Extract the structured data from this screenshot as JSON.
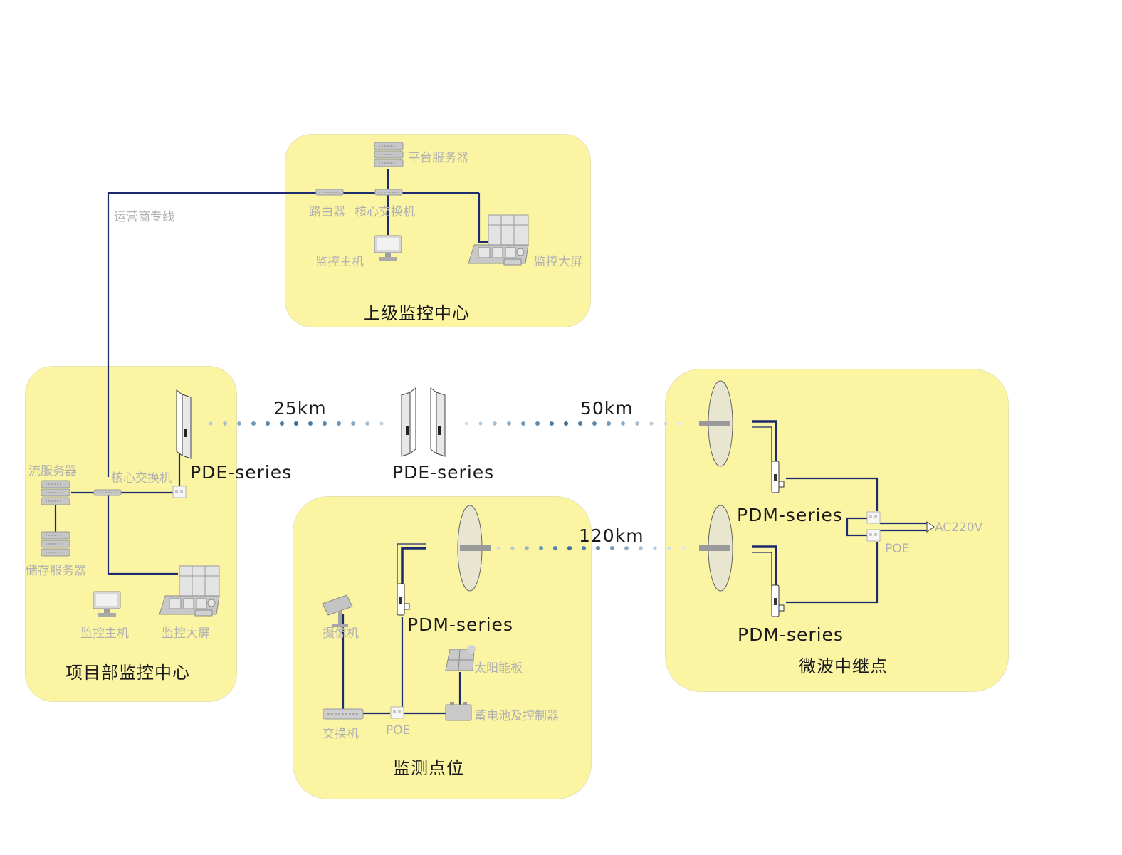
{
  "zones": {
    "upper_center": "上级监控中心",
    "project_center": "项目部监控中心",
    "monitor_point": "监测点位",
    "relay": "微波中继点"
  },
  "labels": {
    "platform_server": "平台服务器",
    "router": "路由器",
    "core_switch_upper": "核心交换机",
    "monitor_host_upper": "监控主机",
    "monitor_screen_upper": "监控大屏",
    "carrier_line": "运营商专线",
    "stream_server": "流服务器",
    "storage_server": "储存服务器",
    "core_switch_project": "核心交换机",
    "monitor_host_project": "监控主机",
    "monitor_screen_project": "监控大屏",
    "camera": "摄像机",
    "switch": "交换机",
    "poe_monitor": "POE",
    "solar_panel": "太阳能板",
    "battery_controller": "蓄电池及控制器",
    "poe_relay": "POE",
    "ac_power": "AC220V"
  },
  "devices": {
    "pde_project": "PDE-series",
    "pde_middle": "PDE-series",
    "pdm_monitor": "PDM-series",
    "pdm_relay_top": "PDM-series",
    "pdm_relay_bottom": "PDM-series"
  },
  "distances": {
    "link1": "25km",
    "link2": "50km",
    "link3": "120km"
  },
  "colors": {
    "zone_fill": "#fbf5a3",
    "line": "#1c2a6e",
    "wireless": "#2f5f9a",
    "device_gray": "#bdbdbd",
    "label_gray": "#b0b0b0"
  }
}
